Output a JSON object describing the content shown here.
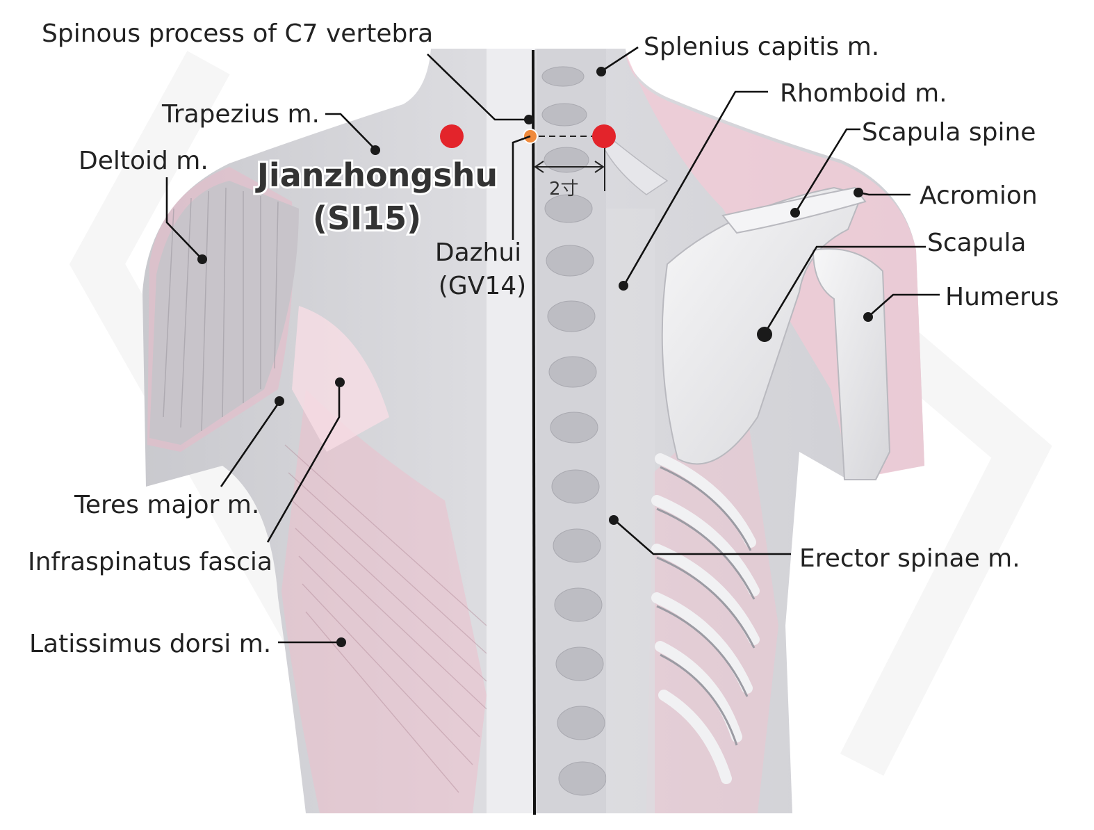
{
  "acupoint": {
    "name": "Jianzhongshu",
    "code": "(SI15)",
    "color": "#e3242b"
  },
  "reference_point": {
    "name": "Dazhui",
    "code": "(GV14)",
    "color": "#f08a3c"
  },
  "measurement": "2寸",
  "labels": {
    "spinous_process": "Spinous process of C7 vertebra",
    "trapezius": "Trapezius m.",
    "deltoid": "Deltoid m.",
    "teres_major": "Teres major m.",
    "infraspinatus": "Infraspinatus fascia",
    "latissimus": "Latissimus dorsi m.",
    "splenius": "Splenius capitis m.",
    "rhomboid": "Rhomboid m.",
    "scapula_spine": "Scapula spine",
    "acromion": "Acromion",
    "scapula": "Scapula",
    "humerus": "Humerus",
    "erector": "Erector spinae m."
  },
  "colors": {
    "body": "#d9d9dd",
    "muscle_pink": "#f3c9d6",
    "bone": "#eeeeef",
    "midline": "#111111"
  }
}
